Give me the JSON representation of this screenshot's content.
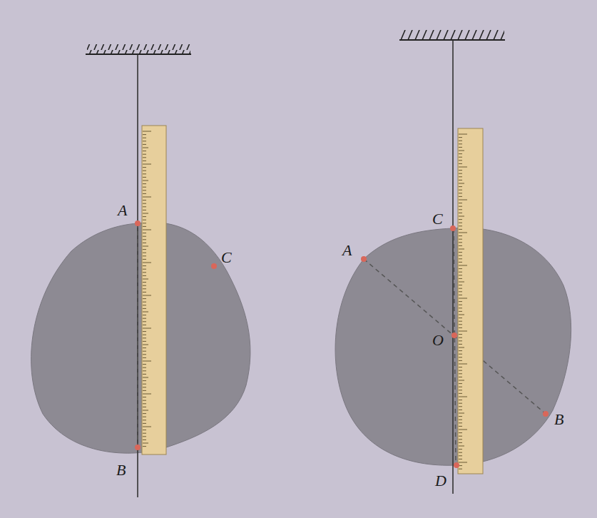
{
  "diagram": {
    "labels": [
      "A",
      "C",
      "B",
      "C",
      "A",
      "O",
      "B",
      "D"
    ]
  }
}
